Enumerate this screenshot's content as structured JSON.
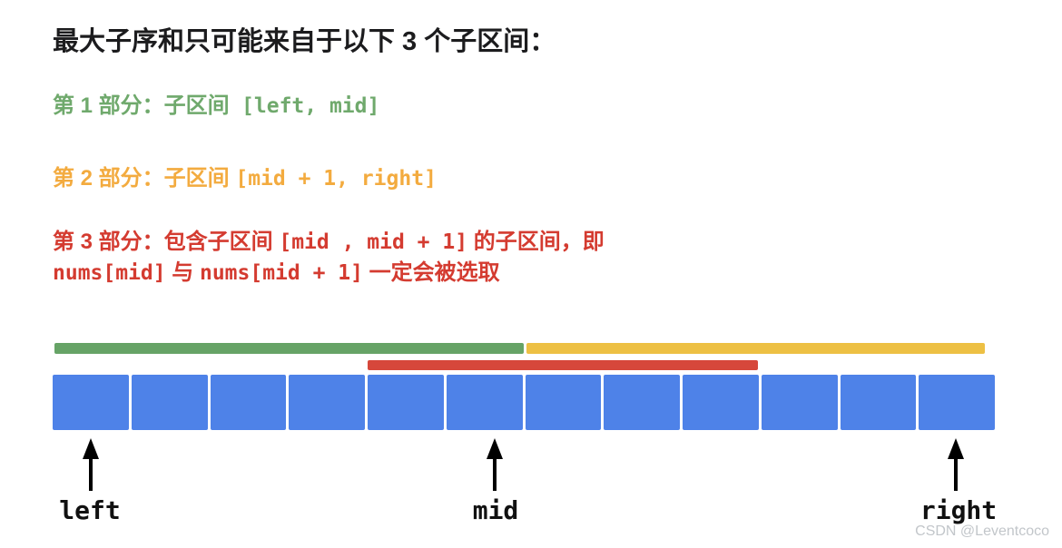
{
  "title": "最大子序和只可能来自于以下 3 个子区间：",
  "sections": [
    {
      "color": "#6fa96c",
      "cn1": "第 1 部分：子区间  ",
      "code1": "[left, mid]"
    },
    {
      "color": "#f3ab3f",
      "cn1": "第 2 部分：子区间 ",
      "code1": "[mid + 1, right]"
    },
    {
      "color": "#d43b30",
      "cn1": "第 3 部分：包含子区间 ",
      "code1": "[mid , mid + 1]",
      "cn2": " 的子区间，即",
      "line2": {
        "code1": "nums[mid]",
        "cn1": " 与 ",
        "code2": "nums[mid + 1]",
        "cn2": " 一定会被选取"
      }
    }
  ],
  "diagram": {
    "bars": {
      "left_interval": {
        "color": "#66a366",
        "represents": "[left, mid]"
      },
      "right_interval": {
        "color": "#edc044",
        "represents": "[mid + 1, right]"
      },
      "cross_interval": {
        "color": "#d6473b",
        "represents": "[mid , mid + 1]"
      }
    },
    "array": {
      "cell_count": 12,
      "cell_color": "#4e82e8"
    },
    "pointers": [
      {
        "label": "left"
      },
      {
        "label": "mid"
      },
      {
        "label": "right"
      }
    ]
  },
  "watermark": "CSDN @Leventcoco"
}
